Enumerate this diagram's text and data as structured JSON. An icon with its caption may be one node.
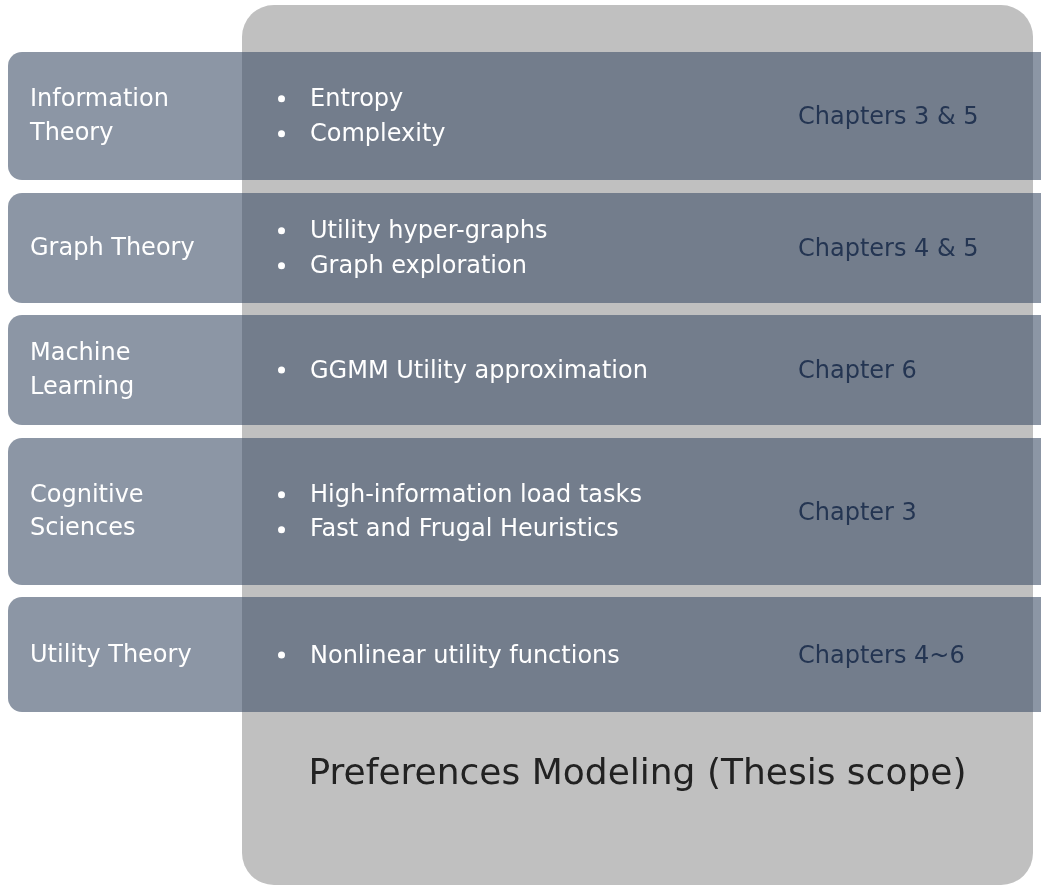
{
  "diagram": {
    "nodes": [
      {
        "text": [
          "Information Theory",
          "Entropy",
          "Complexity",
          "Chapters 3 & 5"
        ]
      },
      {
        "text": [
          "Graph Theory",
          "Utility hyper-graphs",
          "Graph exploration",
          "Chapters 4 & 5"
        ]
      },
      {
        "text": [
          "Machine Learning",
          "GGMM Utility approximation",
          "Chapter 6"
        ]
      },
      {
        "text": [
          "Cognitive Sciences",
          "High-information load tasks",
          "Fast and Frugal Heuristics",
          "Chapter 3"
        ]
      },
      {
        "text": [
          "Utility Theory",
          "Nonlinear utility functions",
          "Chapters 4~6"
        ]
      },
      {
        "text": [
          "Preferences Modeling (Thesis scope)"
        ]
      }
    ]
  }
}
